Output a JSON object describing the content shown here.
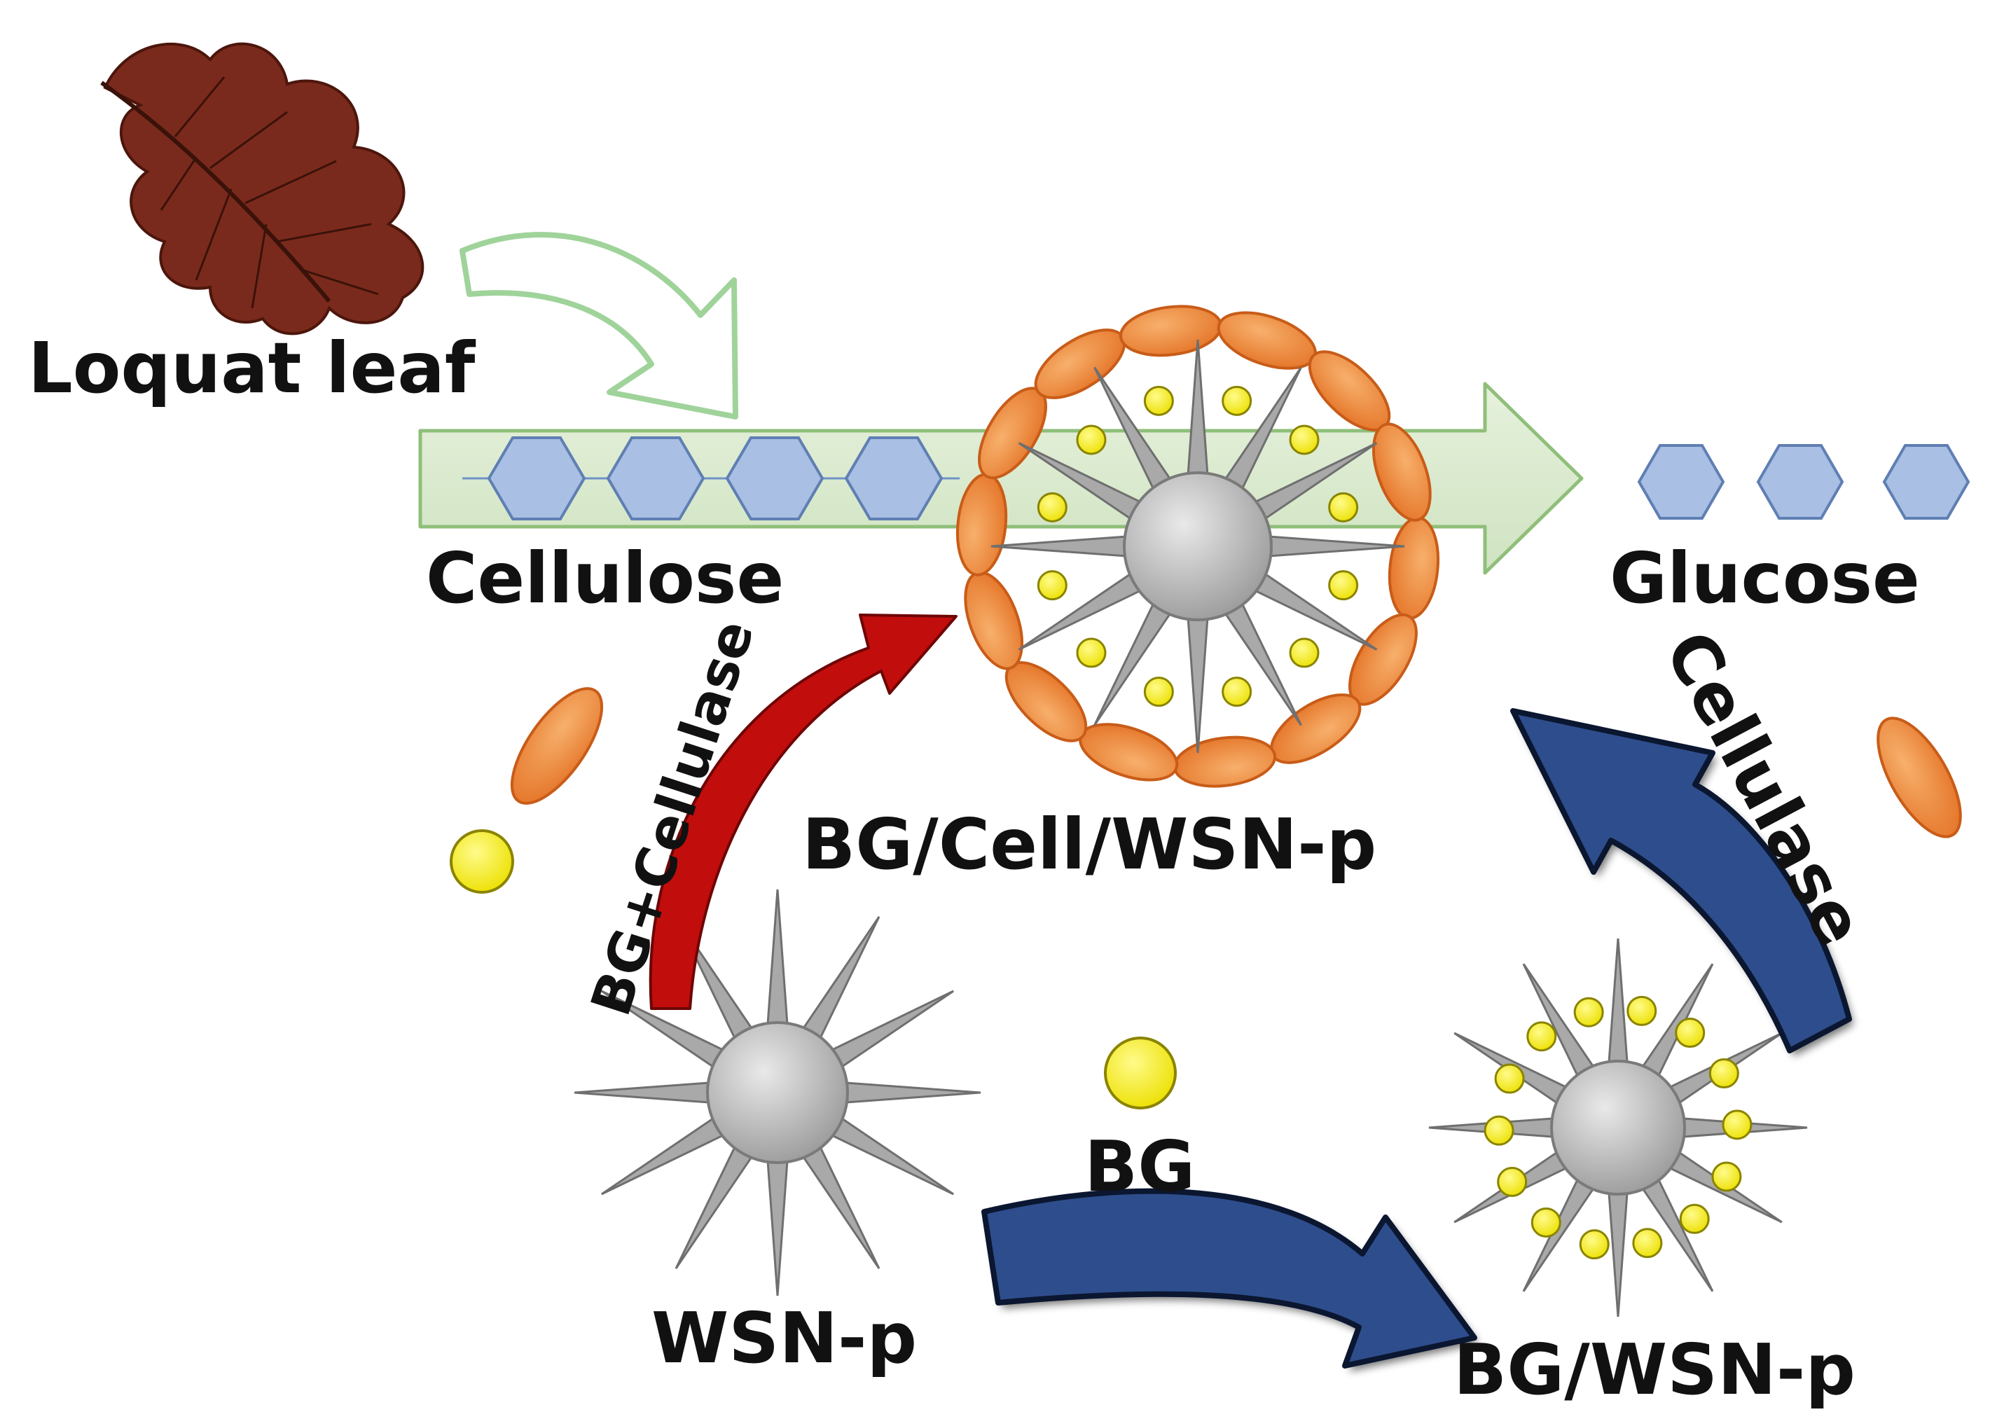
{
  "labels": {
    "loquat_leaf": "Loquat leaf",
    "cellulose": "Cellulose",
    "glucose": "Glucose",
    "bg_cellulase": "BG+Cellulase",
    "bg_cell_wsn": "BG/Cell/WSN-p",
    "cellulase": "Cellulase",
    "wsn_p": "WSN-p",
    "bg": "BG",
    "bg_wsn": "BG/WSN-p"
  },
  "colors": {
    "leaf": "#7a2a1c",
    "leaf_vein": "#3a120a",
    "process_arrow_fill": "#d6e8c9",
    "process_arrow_stroke": "#8fbf7a",
    "leaf_arrow_stroke": "#9fd39a",
    "hexagon_fill": "#a9bfe3",
    "hexagon_stroke": "#5f7fb3",
    "cellulase_enzyme": "#ee8a3a",
    "bg_enzyme": "#f4ea12",
    "nanoparticle_core": "#b9b9b9",
    "spike": "#a9a9a9",
    "red_arrow": "#c20d0d",
    "blue_arrow": "#2e4d8c"
  },
  "icons": {
    "leaf": "loquat-leaf-icon",
    "enzyme_cellulase": "cellulase-ellipse-icon",
    "enzyme_bg": "bg-dot-icon",
    "particle": "spiky-nanoparticle-icon",
    "glucose_unit": "hexagon-icon"
  }
}
